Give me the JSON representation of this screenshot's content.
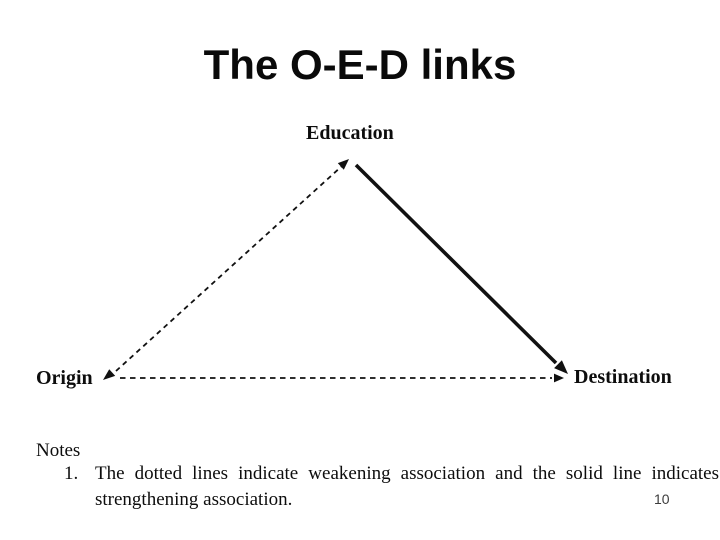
{
  "slide": {
    "title": "The O-E-D links",
    "page_number": "10",
    "background_color": "#ffffff",
    "line_color": "#111111"
  },
  "diagram": {
    "type": "triangle-path-diagram",
    "nodes": {
      "education": "Education",
      "origin": "Origin",
      "destination": "Destination"
    },
    "edges": [
      {
        "from": "Origin",
        "to": "Education",
        "style": "dashed",
        "arrowheads": "both",
        "meaning": "weakening association"
      },
      {
        "from": "Education",
        "to": "Destination",
        "style": "solid",
        "arrowheads": "end",
        "meaning": "strengthening association"
      },
      {
        "from": "Origin",
        "to": "Destination",
        "style": "dashed",
        "arrowheads": "end",
        "meaning": "weakening association"
      }
    ]
  },
  "notes": {
    "heading": "Notes",
    "items": [
      {
        "number": "1.",
        "text": "The dotted lines indicate weakening association and the solid line indicates strengthening association.",
        "line1": "The dotted lines indicate weakening association and the solid line indicates",
        "line2": "strengthening association."
      }
    ]
  }
}
